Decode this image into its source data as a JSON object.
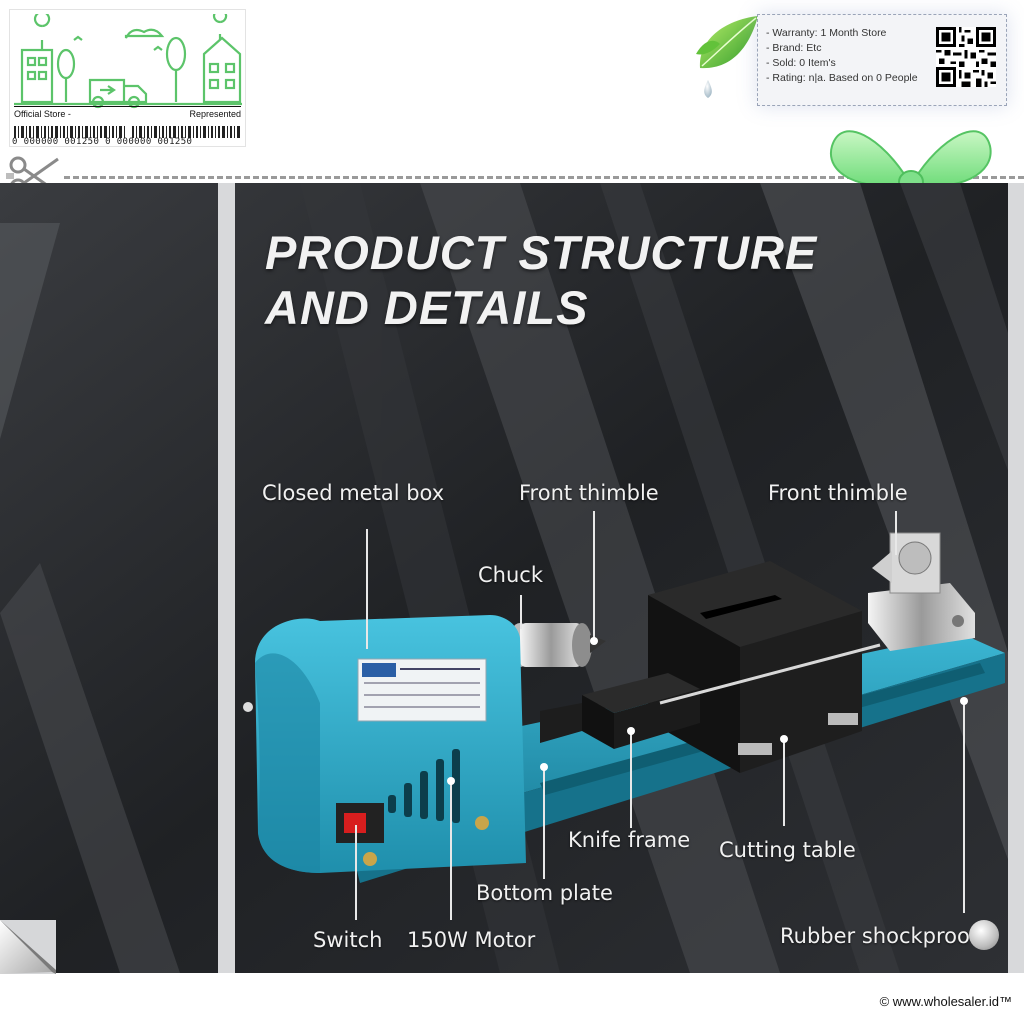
{
  "store_badge": {
    "official_label": "Official Store -",
    "represented_label": "Represented",
    "barcode_text": "0 000000 001250 0 000000 001250"
  },
  "info_card": {
    "warranty": "- Warranty: 1 Month Store",
    "brand": "- Brand: Etc",
    "sold": "- Sold: 0 Item's",
    "rating": "- Rating: n|a. Based on 0 People"
  },
  "product": {
    "title_line1": "PRODUCT STRUCTURE",
    "title_line2": "AND DETAILS",
    "labels": {
      "closed_metal_box": "Closed metal box",
      "front_thimble_1": "Front thimble",
      "front_thimble_2": "Front thimble",
      "chuck": "Chuck",
      "knife_frame": "Knife frame",
      "cutting_table": "Cutting table",
      "bottom_plate": "Bottom plate",
      "switch": "Switch",
      "motor": "150W Motor",
      "rubber_shockproof": "Rubber shockproof"
    },
    "colors": {
      "body": "#2fa9c7",
      "frame": "#1e1e1e",
      "background": "#2a2c30"
    }
  },
  "footer": {
    "copyright": "© www.wholesaler.id™"
  }
}
